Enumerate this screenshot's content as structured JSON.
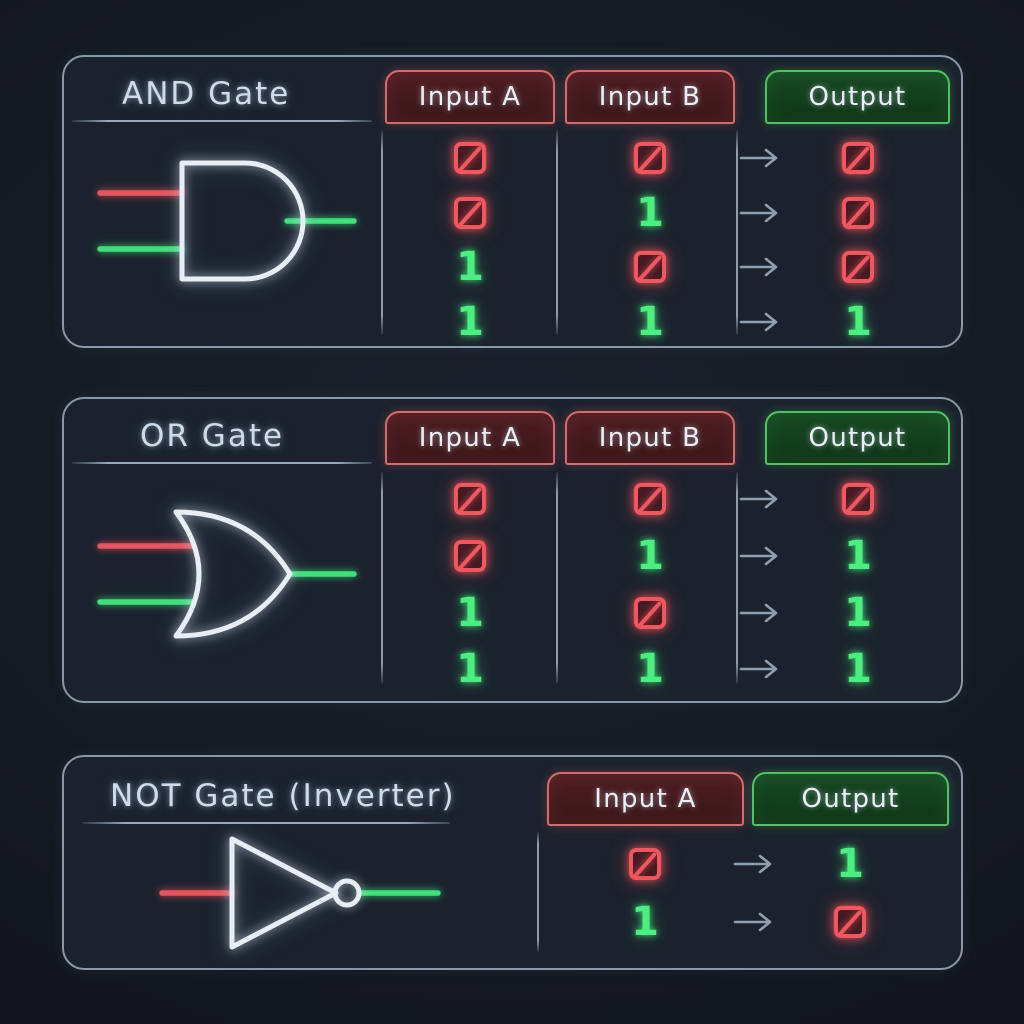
{
  "theme": {
    "background": "#161c26",
    "panel_fill": "#1b222d",
    "panel_border": "#8a97a6",
    "title_color": "#cfdce8",
    "input_header_border": "#d9696d",
    "input_header_fill": "#4e1d21",
    "output_header_border": "#4ec45f",
    "output_header_fill": "#174a23",
    "value_one_color": "#49ef7f",
    "value_zero_color": "#f2575d",
    "arrow_color": "#8f9fb0",
    "wire_red": "#e8545c",
    "wire_green": "#3fe07a",
    "gate_outline": "#e9eef5"
  },
  "gates": [
    {
      "id": "and",
      "title": "AND Gate",
      "symbol": "and-gate-symbol",
      "headers": [
        "Input A",
        "Input B",
        "Output"
      ],
      "arrow_glyph": "→",
      "rows": [
        {
          "a": "0",
          "b": "0",
          "out": "0"
        },
        {
          "a": "0",
          "b": "1",
          "out": "0"
        },
        {
          "a": "1",
          "b": "0",
          "out": "0"
        },
        {
          "a": "1",
          "b": "1",
          "out": "1"
        }
      ]
    },
    {
      "id": "or",
      "title": "OR Gate",
      "symbol": "or-gate-symbol",
      "headers": [
        "Input A",
        "Input B",
        "Output"
      ],
      "arrow_glyph": "→",
      "rows": [
        {
          "a": "0",
          "b": "0",
          "out": "0"
        },
        {
          "a": "0",
          "b": "1",
          "out": "1"
        },
        {
          "a": "1",
          "b": "0",
          "out": "1"
        },
        {
          "a": "1",
          "b": "1",
          "out": "1"
        }
      ]
    },
    {
      "id": "not",
      "title": "NOT Gate (Inverter)",
      "symbol": "not-gate-symbol",
      "headers": [
        "Input A",
        "Output"
      ],
      "arrow_glyph": "→",
      "rows": [
        {
          "a": "0",
          "out": "1"
        },
        {
          "a": "1",
          "out": "0"
        }
      ]
    }
  ]
}
